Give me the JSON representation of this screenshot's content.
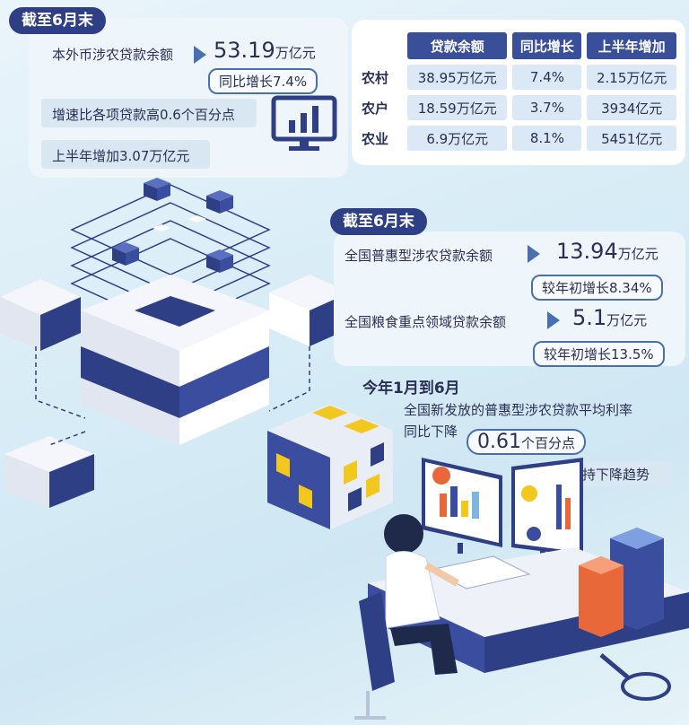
{
  "section1": {
    "title": "截至6月末",
    "loan_label": "本外币涉农贷款余额",
    "loan_value": "53.19",
    "loan_unit": "万亿元",
    "yoy": "同比增长7.4%",
    "faster": "增速比各项贷款高0.6个百分点",
    "h1_increase": "上半年增加3.07万亿元"
  },
  "table": {
    "headers": [
      "贷款余额",
      "同比增长",
      "上半年增加"
    ],
    "rows": [
      {
        "label": "农村",
        "balance": "38.95万亿元",
        "growth": "7.4%",
        "increase": "2.15万亿元"
      },
      {
        "label": "农户",
        "balance": "18.59万亿元",
        "growth": "3.7%",
        "increase": "3934亿元"
      },
      {
        "label": "农业",
        "balance": "6.9万亿元",
        "growth": "8.1%",
        "increase": "5451亿元"
      }
    ]
  },
  "section2": {
    "title": "截至6月末",
    "puhui_label": "全国普惠型涉农贷款余额",
    "puhui_value": "13.94",
    "puhui_unit": "万亿元",
    "puhui_growth": "较年初增长8.34%",
    "grain_label": "全国粮食重点领域贷款余额",
    "grain_value": "5.1",
    "grain_unit": "万亿元",
    "grain_growth": "较年初增长13.5%"
  },
  "section3": {
    "title": "今年1月到6月",
    "line1": "全国新发放的普惠型涉农贷款平均利率",
    "line2": "同比下降",
    "value": "0.61",
    "value_unit": "个百分点",
    "trend": "继续保持下降趋势"
  },
  "colors": {
    "navy": "#2f3f86",
    "accent": "#4a6fb0",
    "yellow": "#f2c81e",
    "orange": "#e8683a"
  }
}
